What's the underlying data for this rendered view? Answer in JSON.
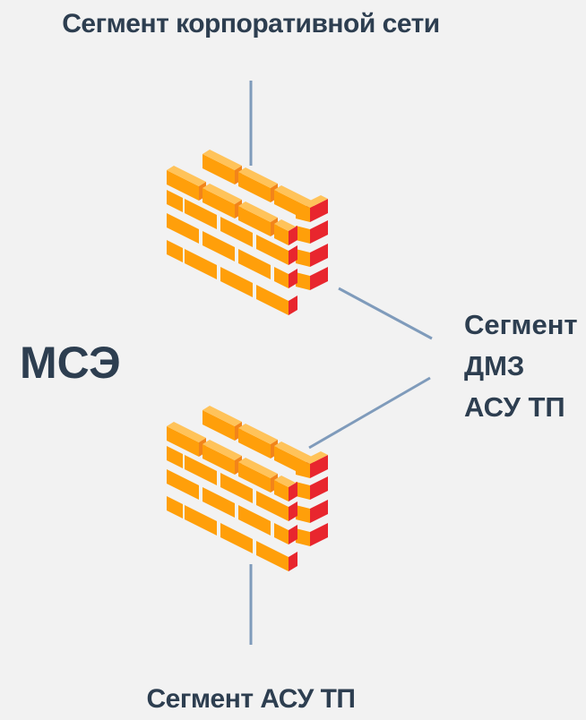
{
  "labels": {
    "corporate_segment": "Сегмент корпоративной сети",
    "firewall": "МСЭ",
    "dmz_line1": "Сегмент",
    "dmz_line2": "ДМЗ",
    "dmz_line3": "АСУ ТП",
    "ics_segment": "Сегмент АСУ ТП"
  },
  "colors": {
    "background": "#f2f2f2",
    "text": "#2d3e50",
    "line": "#7f9bbb",
    "brick_top": "#ffc35a",
    "brick_front": "#ff9f0a",
    "brick_side": "#e8262e",
    "mortar": "#ffffff"
  },
  "icons": [
    "brick-firewall-icon",
    "brick-firewall-icon"
  ]
}
